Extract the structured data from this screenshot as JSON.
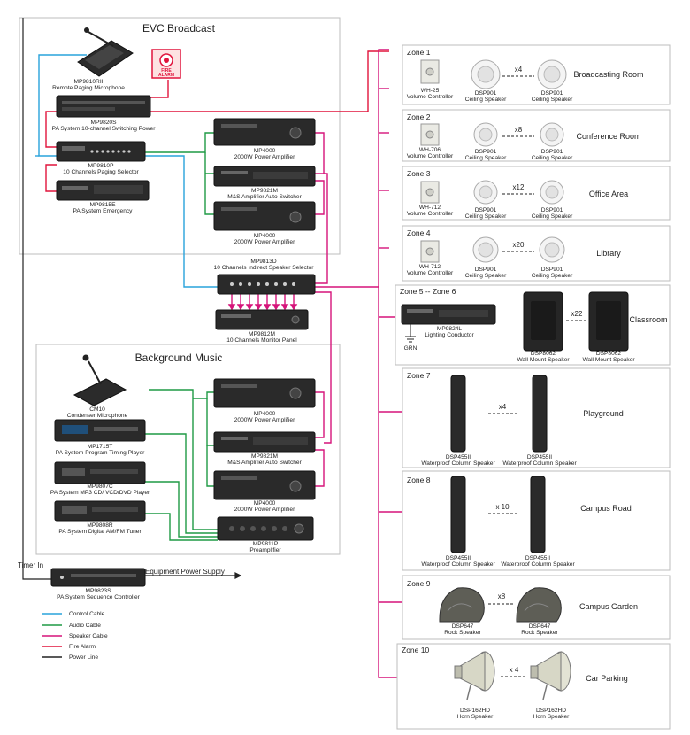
{
  "sections": {
    "evc_title": "EVC Broadcast",
    "bgm_title": "Background Music"
  },
  "labels": {
    "mic_name": "MP9810RII",
    "mic_desc": "Remote Paging Microphone",
    "fire_line1": "FIRE",
    "fire_line2": "ALARM",
    "sw_name": "MP9820S",
    "sw_desc": "PA System 10-channel Switching Power",
    "pag_name": "MP9810P",
    "pag_desc": "10 Channels Paging Selector",
    "emg_name": "MP9815E",
    "emg_desc": "PA System Emergency",
    "amp1_name": "MP4000",
    "amp1_desc": "2000W Power Amplifier",
    "ms1_name": "MP9821M",
    "ms1_desc": "M&S Amplifier Auto Switcher",
    "amp2_name": "MP4000",
    "amp2_desc": "2000W Power Amplifier",
    "sel_name": "MP9813D",
    "sel_desc": "10 Channels Indirect Speaker Selector",
    "mon_name": "MP9812M",
    "mon_desc": "10 Channels Monitor Panel",
    "cm_name": "CM10",
    "cm_desc": "Condenser Microphone",
    "timer_name": "MP1715T",
    "timer_desc": "PA System Program Timing Player",
    "mp3_name": "MP9807C",
    "mp3_desc": "PA System MP3 CD/ VCD/DVD Player",
    "tuner_name": "MP9808R",
    "tuner_desc": "PA System Digital AM/FM Tuner",
    "amp3_name": "MP4000",
    "amp3_desc": "2000W Power Amplifier",
    "ms2_name": "MP9821M",
    "ms2_desc": "M&S Amplifier Auto Switcher",
    "amp4_name": "MP4000",
    "amp4_desc": "2000W Power Amplifier",
    "pre_name": "MP9811P",
    "pre_desc": "Preamplifier",
    "timer_in": "Timer In",
    "equip_supply": "Equipment Power Supply",
    "seq_name": "MP9823S",
    "seq_desc": "PA System Sequence Controller"
  },
  "legend": [
    {
      "label": "Control Cable",
      "color": "#29a3dc"
    },
    {
      "label": "Audio Cable",
      "color": "#1f9a45"
    },
    {
      "label": "Speaker Cable",
      "color": "#d6147a"
    },
    {
      "label": "Fire Alarm",
      "color": "#e0143c"
    },
    {
      "label": "Power Line",
      "color": "#222222"
    }
  ],
  "zones": [
    {
      "title": "Zone 1",
      "controller_name": "WH-25",
      "controller_desc": "Volume Controller",
      "speaker_name": "DSP901",
      "speaker_desc": "Ceiling Speaker",
      "count": "x4",
      "place": "Broadcasting Room",
      "kind": "ceiling"
    },
    {
      "title": "Zone 2",
      "controller_name": "WH-706",
      "controller_desc": "Volume Controller",
      "speaker_name": "DSP901",
      "speaker_desc": "Ceiling Speaker",
      "count": "x8",
      "place": "Conference Room",
      "kind": "ceiling"
    },
    {
      "title": "Zone 3",
      "controller_name": "WH-712",
      "controller_desc": "Volume Controller",
      "speaker_name": "DSP901",
      "speaker_desc": "Ceiling Speaker",
      "count": "x12",
      "place": "Office Area",
      "kind": "ceiling"
    },
    {
      "title": "Zone 4",
      "controller_name": "WH-712",
      "controller_desc": "Volume Controller",
      "speaker_name": "DSP901",
      "speaker_desc": "Ceiling Speaker",
      "count": "x20",
      "place": "Library",
      "kind": "ceiling"
    },
    {
      "title": "Zone 5 -- Zone 6",
      "device_name": "MP9824L",
      "device_desc": "Lighting Conductor",
      "grn": "GRN",
      "speaker_name": "DSP8062",
      "speaker_desc": "Wall Mount Speaker",
      "count": "x22",
      "place": "Classroom",
      "kind": "wall"
    },
    {
      "title": "Zone 7",
      "speaker_name": "DSP455II",
      "speaker_desc": "Waterproof Column Speaker",
      "count": "x4",
      "place": "Playground",
      "kind": "column"
    },
    {
      "title": "Zone 8",
      "speaker_name": "DSP455II",
      "speaker_desc": "Waterproof Column Speaker",
      "count": "x 10",
      "place": "Campus Road",
      "kind": "column"
    },
    {
      "title": "Zone 9",
      "speaker_name": "DSP647",
      "speaker_desc": "Rock Speaker",
      "count": "x8",
      "place": "Campus Garden",
      "kind": "rock"
    },
    {
      "title": "Zone 10",
      "speaker_name": "DSP162HD",
      "speaker_desc": "Horn Speaker",
      "count": "x 4",
      "place": "Car Parking",
      "kind": "horn"
    }
  ],
  "colors": {
    "control": "#29a3dc",
    "audio": "#1f9a45",
    "speaker": "#d6147a",
    "fire": "#e0143c",
    "power": "#222222",
    "box_border": "#b8b8b8",
    "device_dark": "#2a2a2a"
  }
}
